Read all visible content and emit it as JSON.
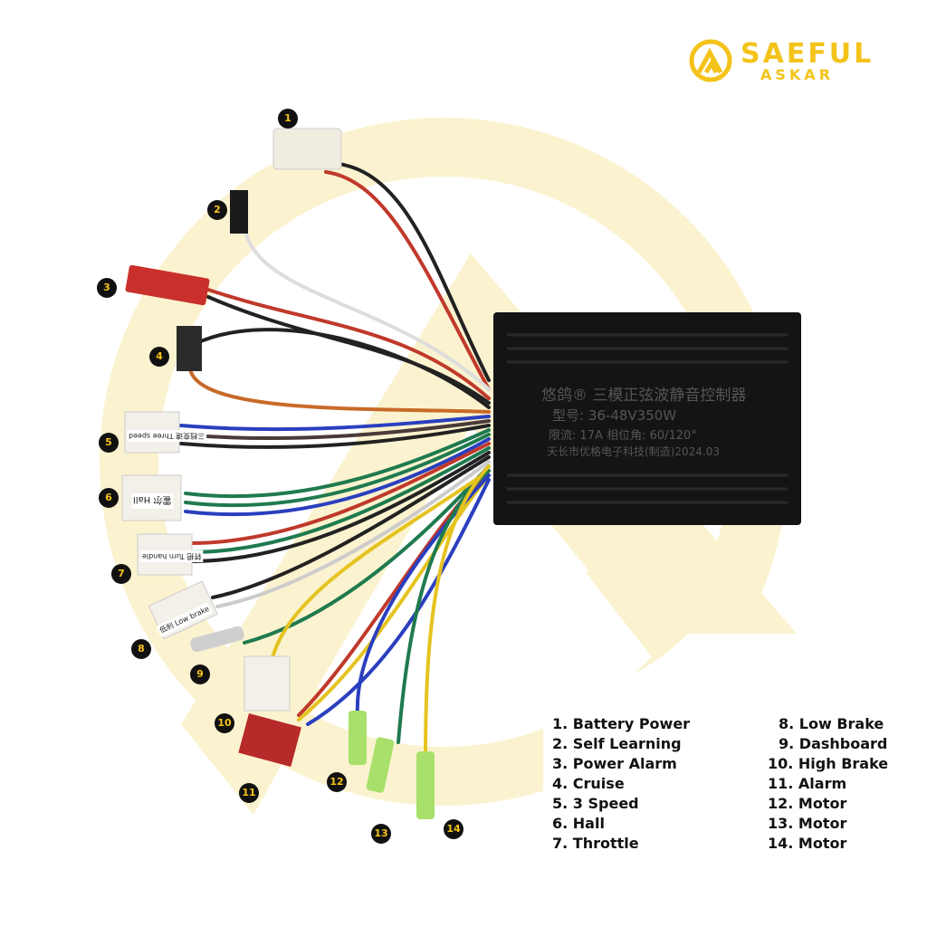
{
  "brand": {
    "name": "SAEFUL",
    "sub": "ASKAR",
    "color": "#f4c31a"
  },
  "controller": {
    "brand_line": "悠鸽® 三模正弦波静音控制器",
    "model": "型号: 36-48V350W",
    "spec": "限流: 17A 相位角: 60/120°",
    "maker": "天长市优格电子科技(制造)2024.03"
  },
  "connector_tags": {
    "three_speed": "三档变速 Three speed",
    "hall": "霍尔 Hall",
    "throttle": "转把 Turn handle",
    "low_brake": "低刹 Low brake"
  },
  "badges": [
    "1",
    "2",
    "3",
    "4",
    "5",
    "6",
    "7",
    "8",
    "9",
    "10",
    "11",
    "12",
    "13",
    "14"
  ],
  "legend": {
    "left": [
      "1. Battery Power",
      "2. Self Learning",
      "3. Power Alarm",
      "4. Cruise",
      "5. 3 Speed",
      "6. Hall",
      "7. Throttle"
    ],
    "right": [
      "8. Low Brake",
      "9. Dashboard",
      "10. High Brake",
      "11. Alarm",
      "12. Motor",
      "13. Motor",
      "14. Motor"
    ]
  },
  "colors": {
    "background_shape": "#fbf3cf",
    "badge": "#111111",
    "badge_text": "#f4c31a",
    "controller_body": "#1a1a1a"
  }
}
